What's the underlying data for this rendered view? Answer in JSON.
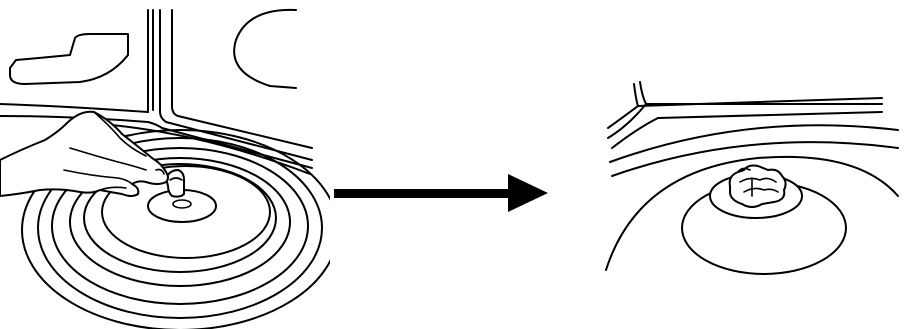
{
  "figure": {
    "steps": [
      {
        "id": "step-1",
        "depicts": "hand-removing-rotating-ring"
      },
      {
        "id": "step-2",
        "depicts": "drive-coupler-on-turntable-hub"
      }
    ],
    "connector": {
      "type": "arrow",
      "direction": "right",
      "color": "#000000"
    },
    "colors": {
      "line": "#000000",
      "background": "#ffffff"
    }
  }
}
